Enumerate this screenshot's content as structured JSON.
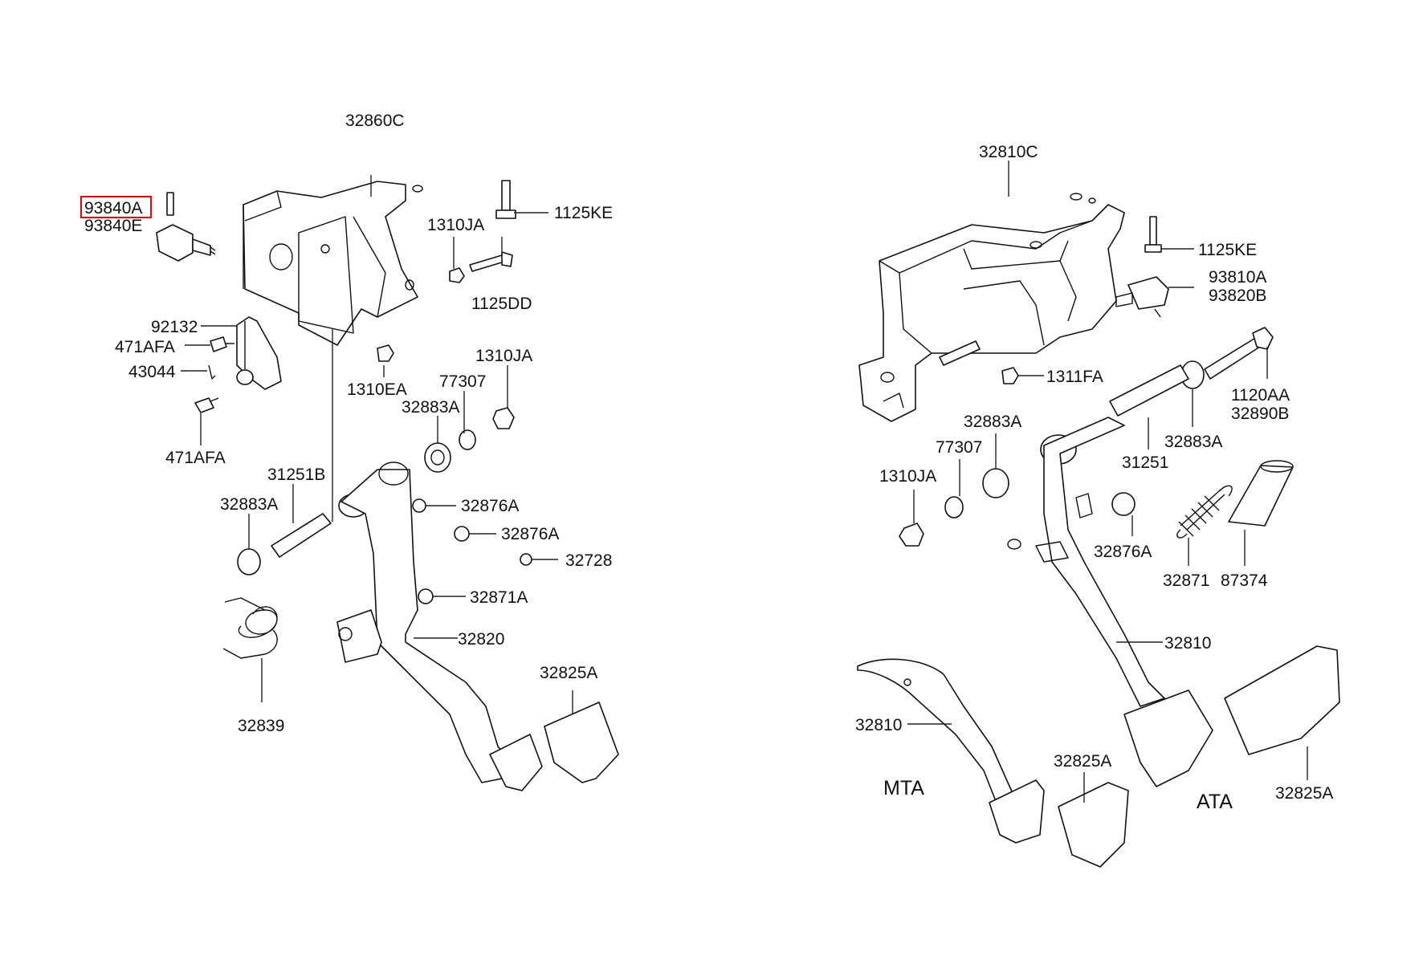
{
  "labels": {
    "l_93840A": "93840A",
    "l_93840E": "93840E",
    "l_32860C": "32860C",
    "l_1125KE_left": "1125KE",
    "l_1310JA_top": "1310JA",
    "l_1125DD": "1125DD",
    "l_92132": "92132",
    "l_471AFA_top": "471AFA",
    "l_43044": "43044",
    "l_471AFA_bottom": "471AFA",
    "l_1310EA": "1310EA",
    "l_77307_left": "77307",
    "l_1310JA_mid": "1310JA",
    "l_32883A_upper": "32883A",
    "l_31251B": "31251B",
    "l_32883A_lower": "32883A",
    "l_32876A_a": "32876A",
    "l_32876A_b": "32876A",
    "l_32728": "32728",
    "l_32871A": "32871A",
    "l_32820": "32820",
    "l_32825A_left": "32825A",
    "l_32839": "32839",
    "l_32810C": "32810C",
    "l_1125KE_right": "1125KE",
    "l_93810A": "93810A",
    "l_93820B": "93820B",
    "l_1311FA": "1311FA",
    "l_1120AA": "1120AA",
    "l_32890B": "32890B",
    "l_32883A_r1": "32883A",
    "l_77307_right": "77307",
    "l_32883A_r2": "32883A",
    "l_1310JA_right": "1310JA",
    "l_31251": "31251",
    "l_32876A_right": "32876A",
    "l_32871": "32871",
    "l_87374": "87374",
    "l_32810": "32810",
    "l_32810_mta": "32810",
    "l_32825A_mid": "32825A",
    "l_32825A_right": "32825A",
    "l_MTA": "MTA",
    "l_ATA": "ATA"
  },
  "highlight": {
    "part": "93840A",
    "color": "#e00000"
  }
}
